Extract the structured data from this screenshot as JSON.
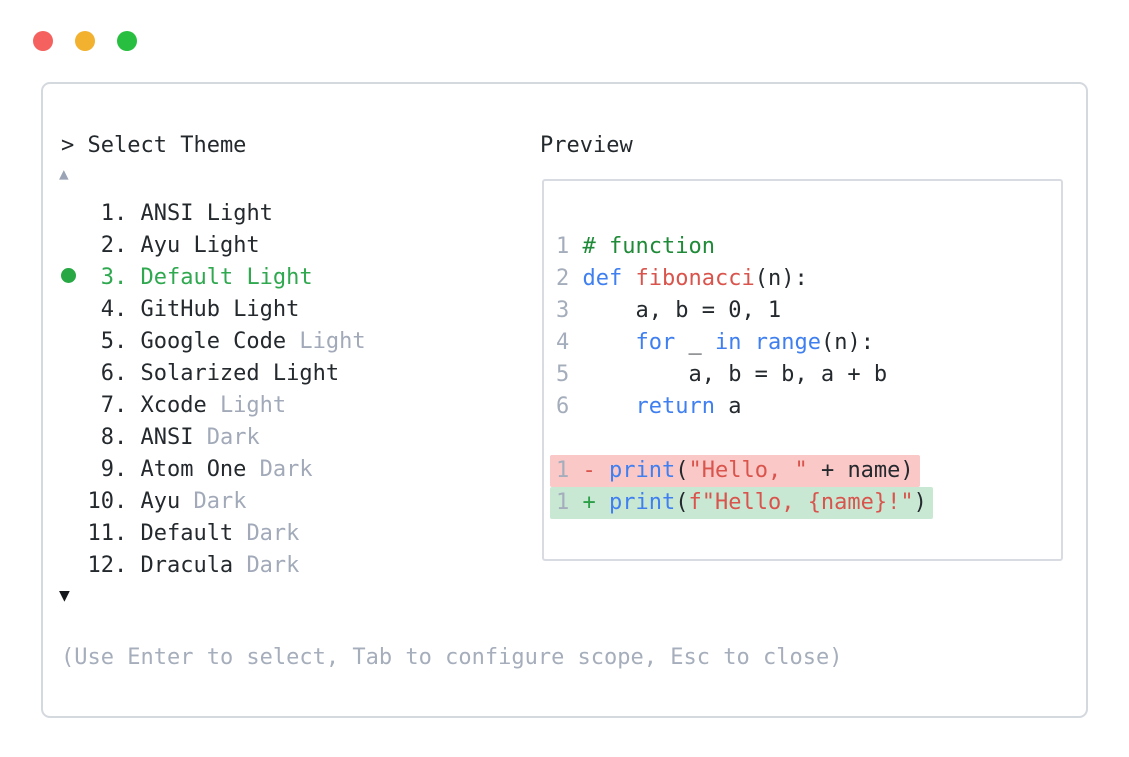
{
  "window": {
    "controls": [
      {
        "name": "close",
        "color": "#f4615e"
      },
      {
        "name": "minimize",
        "color": "#f2b12f"
      },
      {
        "name": "zoom",
        "color": "#28bf40"
      }
    ]
  },
  "theme_picker": {
    "prompt": "> Select Theme",
    "scroll_up_symbol": "▲",
    "scroll_down_symbol": "▼",
    "items": [
      {
        "number": "1.",
        "name": "ANSI",
        "variant": "Light",
        "variant_muted": false,
        "selected": false
      },
      {
        "number": "2.",
        "name": "Ayu",
        "variant": "Light",
        "variant_muted": false,
        "selected": false
      },
      {
        "number": "3.",
        "name": "Default",
        "variant": "Light",
        "variant_muted": false,
        "selected": true
      },
      {
        "number": "4.",
        "name": "GitHub",
        "variant": "Light",
        "variant_muted": false,
        "selected": false
      },
      {
        "number": "5.",
        "name": "Google Code",
        "variant": "Light",
        "variant_muted": true,
        "selected": false
      },
      {
        "number": "6.",
        "name": "Solarized",
        "variant": "Light",
        "variant_muted": false,
        "selected": false
      },
      {
        "number": "7.",
        "name": "Xcode",
        "variant": "Light",
        "variant_muted": true,
        "selected": false
      },
      {
        "number": "8.",
        "name": "ANSI",
        "variant": "Dark",
        "variant_muted": true,
        "selected": false
      },
      {
        "number": "9.",
        "name": "Atom One",
        "variant": "Dark",
        "variant_muted": true,
        "selected": false
      },
      {
        "number": "10.",
        "name": "Ayu",
        "variant": "Dark",
        "variant_muted": true,
        "selected": false
      },
      {
        "number": "11.",
        "name": "Default",
        "variant": "Dark",
        "variant_muted": true,
        "selected": false
      },
      {
        "number": "12.",
        "name": "Dracula",
        "variant": "Dark",
        "variant_muted": true,
        "selected": false
      }
    ],
    "hint": "(Use Enter to select, Tab to configure scope, Esc to close)"
  },
  "preview": {
    "title": "Preview",
    "code_lines": [
      {
        "num": "1",
        "segs": [
          [
            "comment",
            "# function"
          ]
        ]
      },
      {
        "num": "2",
        "segs": [
          [
            "kw",
            "def"
          ],
          [
            "plain",
            " "
          ],
          [
            "fn",
            "fibonacci"
          ],
          [
            "plain",
            "(n):"
          ]
        ]
      },
      {
        "num": "3",
        "segs": [
          [
            "plain",
            "    a, b = 0, 1"
          ]
        ]
      },
      {
        "num": "4",
        "segs": [
          [
            "plain",
            "    "
          ],
          [
            "kw",
            "for"
          ],
          [
            "plain",
            " _ "
          ],
          [
            "kw",
            "in"
          ],
          [
            "plain",
            " "
          ],
          [
            "kw",
            "range"
          ],
          [
            "plain",
            "(n):"
          ]
        ]
      },
      {
        "num": "5",
        "segs": [
          [
            "plain",
            "        a, b = b, a + b"
          ]
        ]
      },
      {
        "num": "6",
        "segs": [
          [
            "plain",
            "    "
          ],
          [
            "kw",
            "return"
          ],
          [
            "plain",
            " a"
          ]
        ]
      },
      {
        "num": "",
        "segs": []
      },
      {
        "num": "1",
        "bg": "removed",
        "segs": [
          [
            "minus",
            "- "
          ],
          [
            "kw",
            "print"
          ],
          [
            "plain",
            "("
          ],
          [
            "str",
            "\"Hello, \""
          ],
          [
            "plain",
            " + name)"
          ]
        ]
      },
      {
        "num": "1",
        "bg": "added",
        "segs": [
          [
            "plus",
            "+ "
          ],
          [
            "kw",
            "print"
          ],
          [
            "plain",
            "("
          ],
          [
            "str",
            "f\"Hello, {name}!\""
          ],
          [
            "plain",
            ")"
          ]
        ]
      }
    ]
  },
  "colors": {
    "selected_green": "#2fa84f",
    "bullet_green": "#27a844",
    "comment_green": "#1f8a38",
    "keyword_blue": "#3f7ff0",
    "string_red": "#d9544c",
    "muted_gray": "#a2aab9",
    "text_dark": "#24292e",
    "diff_removed_bg": "#f9c8c7",
    "diff_added_bg": "#c8e8d4",
    "border_gray": "#d4d8df"
  }
}
